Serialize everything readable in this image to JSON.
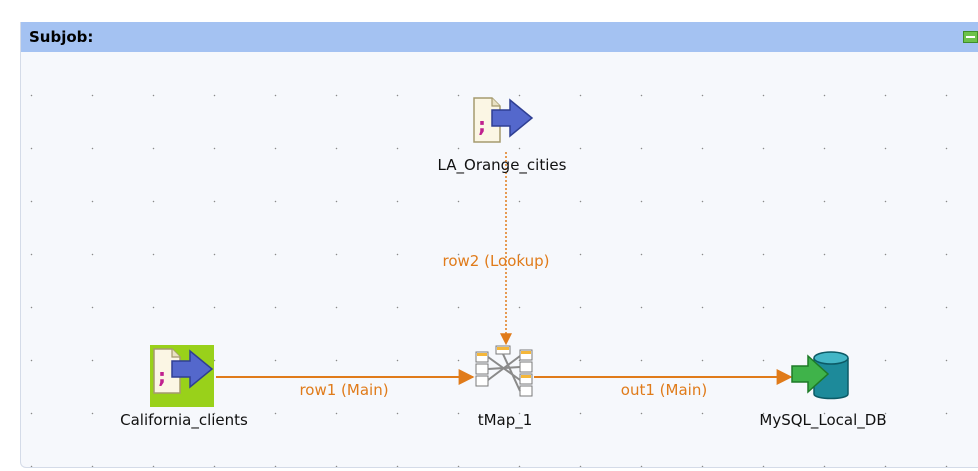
{
  "subjob": {
    "title": "Subjob:",
    "header_color": "#a4c2f2"
  },
  "nodes": {
    "california_clients": {
      "label": "California_clients",
      "icon": "delimited-file-input-icon",
      "selected": true
    },
    "la_orange_cities": {
      "label": "LA_Orange_cities",
      "icon": "delimited-file-input-icon",
      "selected": false
    },
    "tmap": {
      "label": "tMap_1",
      "icon": "tmap-icon"
    },
    "mysql": {
      "label": "MySQL_Local_DB",
      "icon": "database-output-icon"
    }
  },
  "links": {
    "row1": {
      "label": "row1 (Main)",
      "style": "solid"
    },
    "row2": {
      "label": "row2 (Lookup)",
      "style": "dotted"
    },
    "out1": {
      "label": "out1 (Main)",
      "style": "solid"
    }
  },
  "colors": {
    "link": "#e07b1a",
    "selection": "#99d11a",
    "db": "#1d8a9a",
    "arrow_blue": "#4e63c4",
    "arrow_green": "#3fb34a"
  }
}
